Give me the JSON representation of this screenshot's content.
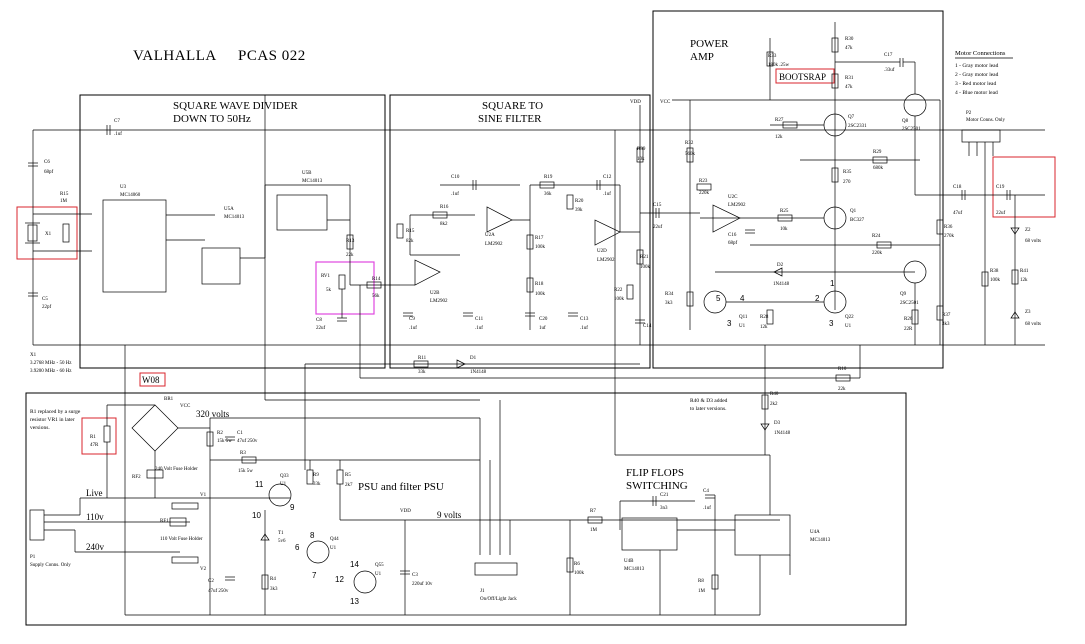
{
  "title": {
    "name": "VALHALLA",
    "model": "PCAS 022"
  },
  "sections": {
    "square_wave": {
      "line1": "SQUARE WAVE DIVIDER",
      "line2": "DOWN TO 50Hz"
    },
    "sine_filter": {
      "line1": "SQUARE TO",
      "line2": "SINE FILTER"
    },
    "power_amp": {
      "line1": "POWER",
      "line2": "AMP"
    },
    "psu": {
      "label": "PSU  and filter PSU"
    },
    "flipflops": {
      "line1": "FLIP FLOPS",
      "line2": "SWITCHING"
    }
  },
  "highlights": {
    "bootstrap": "BOOTSRAP",
    "w08": "W08"
  },
  "motor_connections": {
    "title": "Motor Connections",
    "items": [
      "1 - Gray motor lead",
      "2 - Gray motor lead",
      "3 - Red motor lead",
      "4 - Blue motor lead"
    ],
    "connector_ref": "P2",
    "connector_label": "Motor Conns. Only"
  },
  "crystal_note": {
    "ref": "X1",
    "line1": "3.2768 MHz - 50 Hz",
    "line2": "3.9200 MHz - 60 Hz"
  },
  "r1_note": {
    "line1": "R1 replaced by a surge",
    "line2": "resistor VR1 in later",
    "line3": "versions."
  },
  "r40_note": {
    "line1": "R40 & D3 added",
    "line2": "to later versions."
  },
  "psu_labels": {
    "v320": "320 volts",
    "v9": "9 volts",
    "live": "Live",
    "v110": "110v",
    "v240": "240v",
    "fuse240": "240 Volt Fuse Holder",
    "fuse110": "110 Volt Fuse Holder",
    "p1_ref": "P1",
    "p1_label": "Supply Conns. Only",
    "j1_ref": "J1",
    "j1_label": "On/Off/Light Jack",
    "vdd": "VDD"
  },
  "components": {
    "X1": "X1",
    "R15": "R15",
    "R15v": "1M",
    "C6": "C6",
    "C6v": "68pf",
    "C5": "C5",
    "C5v": "22pf",
    "C7": "C7",
    "C7v": ".1uf",
    "U3": "U3",
    "U3v": "MC14060",
    "U5A": "U5A",
    "U5Av": "MC14013",
    "U5B": "U5B",
    "U5Bv": "MC14013",
    "R13": "R13",
    "R13v": "22k",
    "RV1": "RV1",
    "RV1v": "5k",
    "R14": "R14",
    "R14v": "56k",
    "C8": "C8",
    "C8v": "22uf",
    "C10": "C10",
    "C10v": ".1uf",
    "R16": "R16",
    "R16v": "8k2",
    "R15b": "R15",
    "R15bv": "82k",
    "U2A": "U2A",
    "U2Av": "LM2902",
    "U2B": "U2B",
    "U2Bv": "LM2902",
    "R19": "R19",
    "R19v": "36k",
    "R20": "R20",
    "R20v": "39k",
    "C12": "C12",
    "C12v": ".1uf",
    "U2D": "U2D",
    "U2Dv": "LM2902",
    "R39": "R39",
    "R39v": "10k",
    "R17": "R17",
    "R17v": "100k",
    "R18": "R18",
    "R18v": "100k",
    "R21": "R21",
    "R21v": "100k",
    "R22": "R22",
    "R22v": "100k",
    "C9": "C9",
    "C9v": ".1uf",
    "C11": "C11",
    "C11v": ".1uf",
    "C20": "C20",
    "C20v": "1uf",
    "C13": "C13",
    "C13v": ".1uf",
    "C14": "C14",
    "C15": "C15",
    "C15v": "22uf",
    "R11": "R11",
    "R11v": "33k",
    "D1": "D1",
    "D1v": "1N4148",
    "R33": "R33",
    "R33v": "180k .25w",
    "R30": "R30",
    "R30v": "47k",
    "R31": "R31",
    "R31v": "47k",
    "C17": "C17",
    "C17v": ".33uf",
    "R32": "R32",
    "R32v": "560k",
    "R23": "R23",
    "R23v": "220k",
    "U2C": "U2C",
    "U2Cv": "LM2902",
    "C16": "C16",
    "C16v": "68pf",
    "R27": "R27",
    "R27v": "12k",
    "Q7": "Q7",
    "Q7v": "2SC2331",
    "Q8": "Q8",
    "Q8v": "2SC2501",
    "R29": "R29",
    "R29v": "680k",
    "R35": "R35",
    "R35v": "270",
    "R25": "R25",
    "R25v": "10k",
    "Q1": "Q1",
    "Q1v": "BC327",
    "R24": "R24",
    "R24v": "220k",
    "D2": "D2",
    "D2v": "1N4148",
    "Q9": "Q9",
    "Q9v": "2SC2501",
    "R34": "R34",
    "R34v": "3k3",
    "Q11": "Q11",
    "Q11v": "U1",
    "R28": "R28",
    "R28v": "12k",
    "Q22": "Q22",
    "Q22v": "U1",
    "R26": "R26",
    "R26v": "22R",
    "R36": "R36",
    "R36v": "270k",
    "R37": "R37",
    "R37v": "3k3",
    "C18": "C18",
    "C18v": "47uf",
    "C19": "C19",
    "C19v": "22uf",
    "Z2": "Z2",
    "Z2v": "68 volts",
    "Z3": "Z3",
    "Z3v": "68 volts",
    "R38": "R38",
    "R38v": "100k",
    "R41": "R41",
    "R41v": "12k",
    "R10": "R10",
    "R10v": "22k",
    "R40": "R40",
    "R40v": "2k2",
    "D3": "D3",
    "D3v": "1N4148",
    "BR1": "BR1",
    "R1": "R1",
    "R1v": "47R",
    "R2": "R2",
    "R2v": "15k 5w",
    "C1": "C1",
    "C1v": "47uf 250v",
    "RF2": "RF2",
    "RF1": "RF1",
    "V1": "V1",
    "V2": "V2",
    "C2": "C2",
    "C2v": "47uf 250v",
    "R3": "R3",
    "R3v": "15k 5w",
    "Q33": "Q33",
    "Q33v": "U1",
    "R9": "R9",
    "R9v": "33k",
    "R5": "R5",
    "R5v": "2k7",
    "T1": "T1",
    "T1v": "5v6",
    "Q44": "Q44",
    "Q44v": "U1",
    "Q55": "Q55",
    "Q55v": "U1",
    "R4": "R4",
    "R4v": "3k3",
    "C3": "C3",
    "C3v": "220uf 10v",
    "R6": "R6",
    "R6v": "100k",
    "R7": "R7",
    "R7v": "1M",
    "C21": "C21",
    "C21v": "3n3",
    "C4": "C4",
    "C4v": ".1uf",
    "U4B": "U4B",
    "U4Bv": "MC14013",
    "U4A": "U4A",
    "U4Av": "MC14013",
    "R8": "R8",
    "R8v": "1M"
  },
  "pins": {
    "q11_5": "5",
    "q11_4": "4",
    "q11_3": "3",
    "q22_2": "2",
    "q22_1": "1",
    "q22_3": "3",
    "q33_11": "11",
    "q33_10": "10",
    "q33_9": "9",
    "q44_8": "8",
    "q44_6": "6",
    "q44_7": "7",
    "q55_14": "14",
    "q55_12": "12",
    "q55_13": "13"
  }
}
